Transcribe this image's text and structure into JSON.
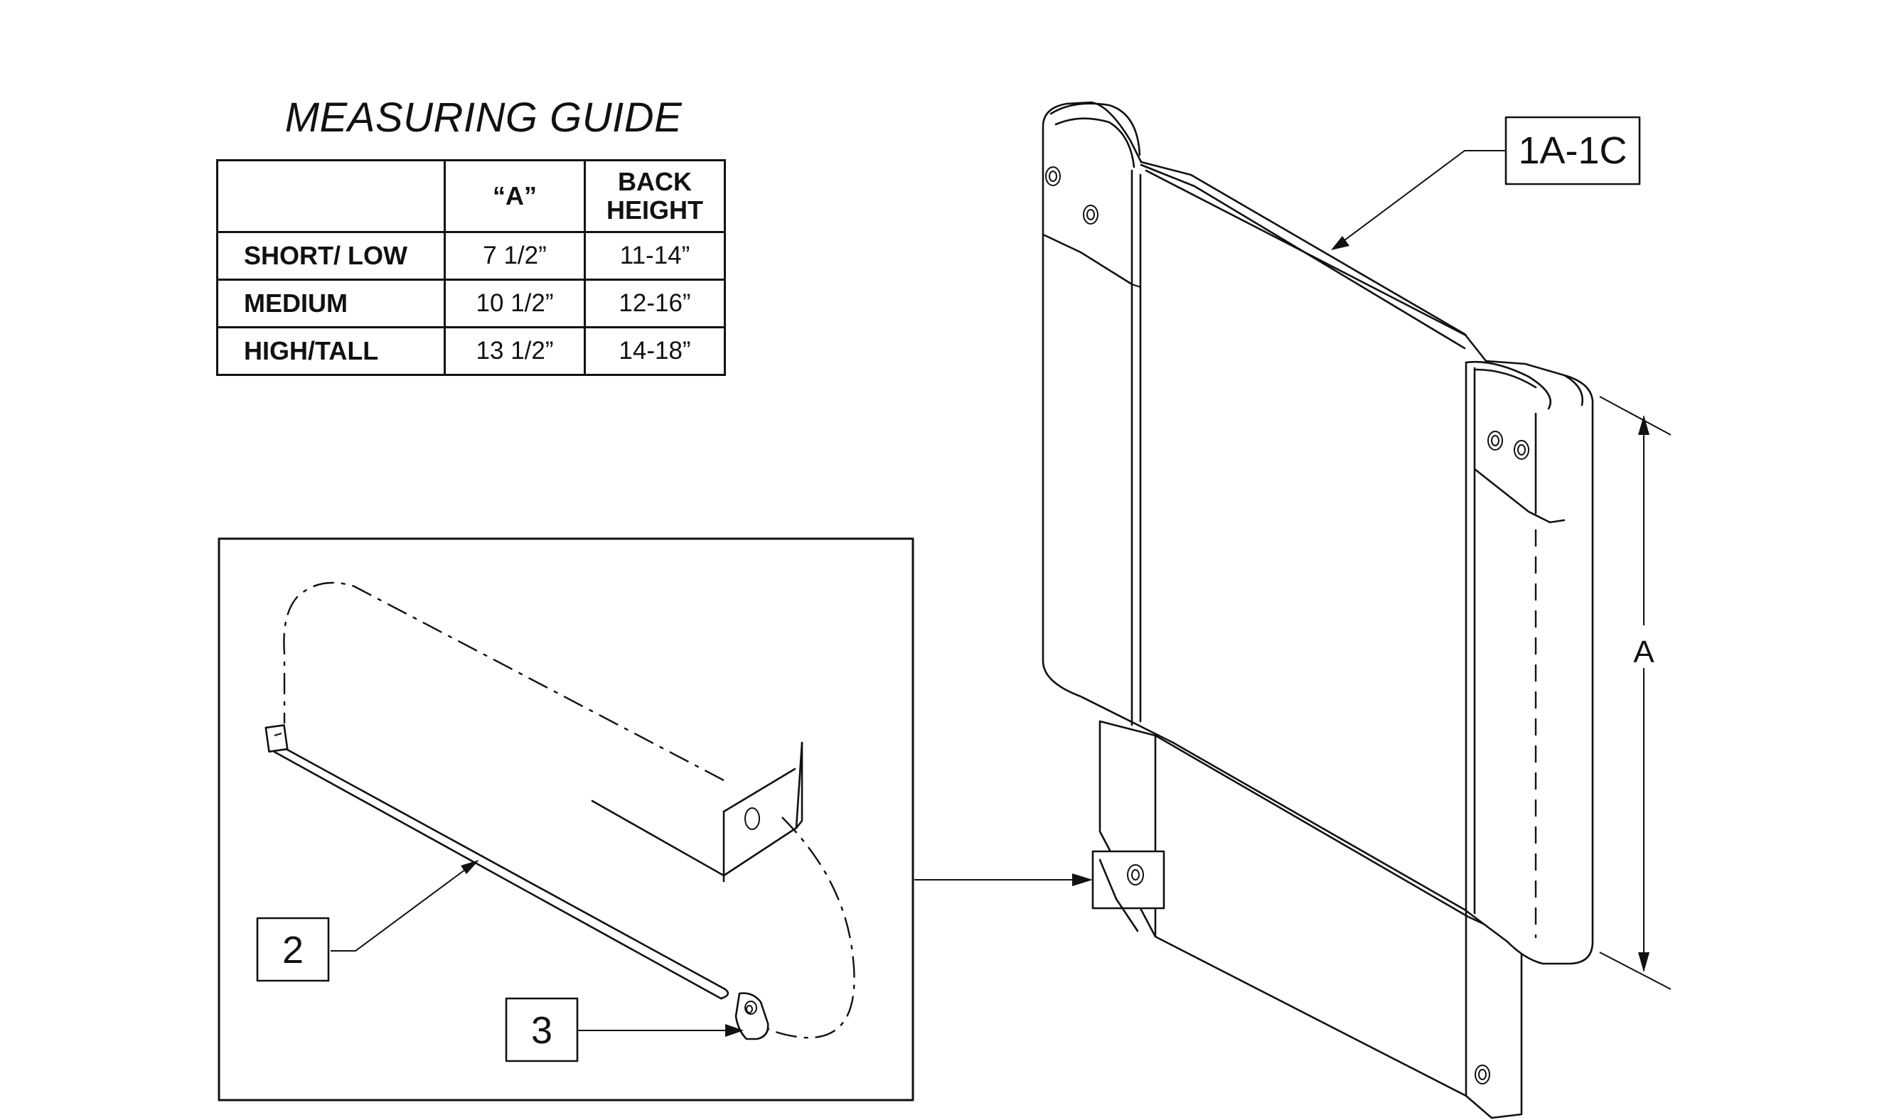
{
  "measuring_guide": {
    "title": "MEASURING GUIDE",
    "columns": [
      "",
      "“A”",
      "BACK HEIGHT"
    ],
    "rows": [
      {
        "label": "SHORT/ LOW",
        "a": "7 1/2”",
        "back_height": "11-14”"
      },
      {
        "label": "MEDIUM",
        "a": "10 1/2”",
        "back_height": "12-16”"
      },
      {
        "label": "HIGH/TALL",
        "a": "13 1/2”",
        "back_height": "14-18”"
      }
    ]
  },
  "callouts": {
    "backrest": "1A-1C",
    "strap": "2",
    "clip": "3",
    "dimension": "A"
  }
}
